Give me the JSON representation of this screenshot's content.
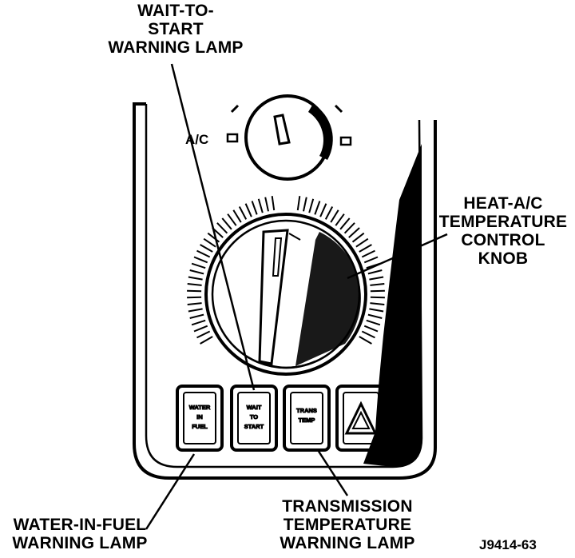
{
  "callouts": {
    "wait_to_start": "WAIT-TO-\nSTART\nWARNING LAMP",
    "heat_ac": "HEAT-A/C\nTEMPERATURE\nCONTROL\nKNOB",
    "water_in_fuel": "WATER-IN-FUEL\nWARNING LAMP",
    "transmission": "TRANSMISSION\nTEMPERATURE\nWARNING LAMP"
  },
  "panel": {
    "ac_label": "A/C"
  },
  "buttons": {
    "water_in_fuel": [
      "WATER",
      "IN",
      "FUEL"
    ],
    "wait_to_start": [
      "WAIT",
      "TO",
      "START"
    ],
    "trans_temp": [
      "TRANS",
      "TEMP"
    ]
  },
  "figure_id": "J9414-63",
  "colors": {
    "ink": "#000000",
    "paper": "#ffffff"
  }
}
